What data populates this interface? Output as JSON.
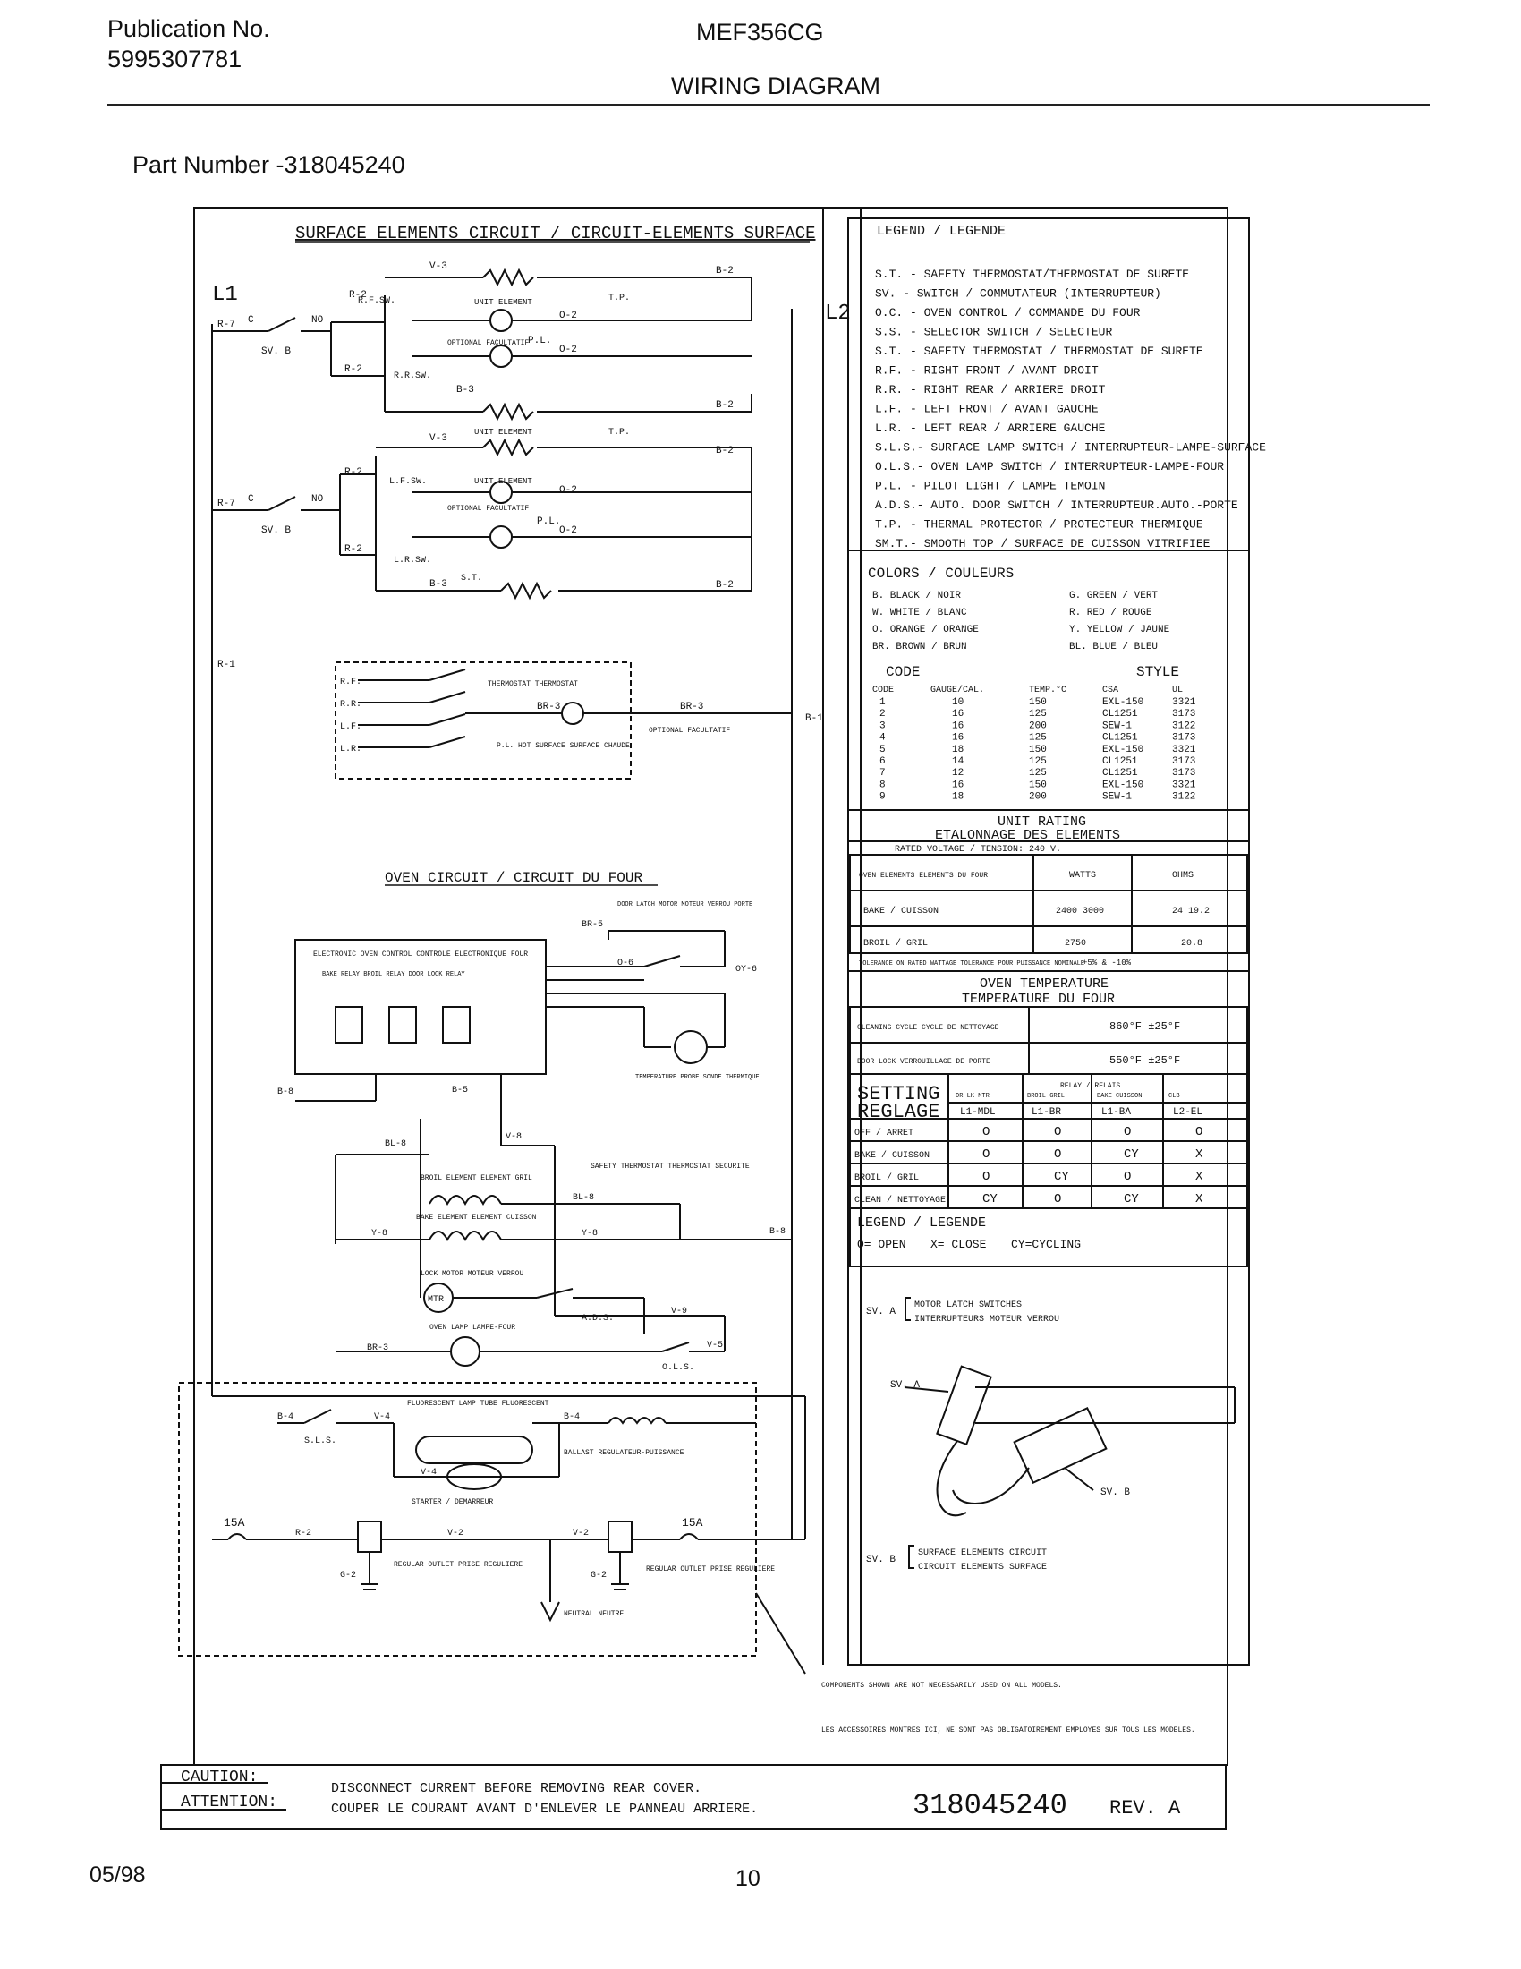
{
  "header": {
    "publication_label": "Publication No.",
    "publication_no": "5995307781",
    "model": "MEF356CG",
    "doc_title": "WIRING DIAGRAM",
    "part_number": "Part Number -318045240"
  },
  "surface_circuit": {
    "title": "SURFACE ELEMENTS CIRCUIT / CIRCUIT-ELEMENTS SURFACE",
    "line1": "L1",
    "line2": "L2",
    "labels": {
      "rf_sw": "R.F.SW.",
      "rr_sw": "R.R.SW.",
      "lf_sw": "L.F.SW.",
      "lr_sw": "L.R.SW.",
      "sv_b": "SV. B",
      "unit_element": "UNIT ELEMENT",
      "tp": "T.P.",
      "pl": "P.L.",
      "optional": "OPTIONAL FACULTATIF",
      "st": "S.T.",
      "thermostat": "THERMOSTAT THERMOSTAT",
      "pl_hot_surface": "P.L. HOT SURFACE SURFACE CHAUDE",
      "wire_v3": "V-3",
      "wire_b2": "B-2",
      "wire_r2": "R-2",
      "wire_o2": "O-2",
      "wire_r7": "R-7",
      "wire_b3": "B-3",
      "wire_br3": "BR-3",
      "wire_r1": "R-1",
      "wire_b1": "B-1",
      "term_c": "C",
      "term_no": "NO",
      "sw_rf": "R.F.",
      "sw_rr": "R.R.",
      "sw_lf": "L.F.",
      "sw_lr": "L.R."
    }
  },
  "oven_circuit": {
    "title": "OVEN CIRCUIT / CIRCUIT DU FOUR",
    "labels": {
      "eoc": "ELECTRONIC OVEN CONTROL CONTROLE ELECTRONIQUE FOUR",
      "relays": "BAKE RELAY  BROIL RELAY  DOOR LOCK RELAY",
      "door_latch": "DOOR LATCH MOTOR MOTEUR VERROU PORTE",
      "temp_probe": "TEMPERATURE PROBE SONDE THERMIQUE",
      "broil_element": "BROIL ELEMENT ELEMENT GRIL",
      "bake_element": "BAKE ELEMENT ELEMENT CUISSON",
      "safety_thermostat": "SAFETY THERMOSTAT THERMOSTAT SECURITE",
      "lock_motor": "LOCK MOTOR MOTEUR VERROU",
      "ads": "A.D.S.",
      "oven_lamp": "OVEN LAMP LAMPE-FOUR",
      "ols": "O.L.S.",
      "fluorescent": "FLUORESCENT LAMP TUBE FLUORESCENT",
      "sls": "S.L.S.",
      "ballast": "BALLAST REGULATEUR-PUISSANCE",
      "starter": "STARTER / DEMARREUR",
      "fuse_left": "15A",
      "fuse_right": "15A",
      "outlet": "REGULAR OUTLET PRISE REGULIERE",
      "neutral": "NEUTRAL NEUTRE",
      "motor": "MTR",
      "wire_br5": "BR-5",
      "wire_b8": "B-8",
      "wire_bl8": "BL-8",
      "wire_v8": "V-8",
      "wire_y8": "Y-8",
      "wire_b5": "B-5",
      "wire_v9": "V-9",
      "wire_v5": "V-5",
      "wire_b4": "B-4",
      "wire_v4": "V-4",
      "wire_r2": "R-2",
      "wire_v2": "V-2",
      "wire_g2": "G-2",
      "wire_br3": "BR-3",
      "wire_oy6": "OY-6",
      "wire_o6": "O-6"
    },
    "note_en": "COMPONENTS SHOWN ARE NOT NECESSARILY USED ON ALL MODELS.",
    "note_fr": "LES ACCESSOIRES MONTRES ICI, NE SONT PAS OBLIGATOIREMENT EMPLOYES SUR TOUS LES MODELES."
  },
  "legend": {
    "title": "LEGEND / LEGENDE",
    "items": [
      "S.T. - SAFETY THERMOSTAT/THERMOSTAT DE SURETE",
      "SV.  - SWITCH / COMMUTATEUR (INTERRUPTEUR)",
      "O.C. - OVEN CONTROL / COMMANDE DU FOUR",
      "S.S. - SELECTOR SWITCH / SELECTEUR",
      "S.T. - SAFETY THERMOSTAT / THERMOSTAT DE SURETE",
      "R.F. - RIGHT FRONT / AVANT DROIT",
      "R.R. - RIGHT REAR / ARRIERE DROIT",
      "L.F. - LEFT FRONT / AVANT GAUCHE",
      "L.R. - LEFT REAR / ARRIERE GAUCHE",
      "S.L.S.- SURFACE LAMP SWITCH / INTERRUPTEUR-LAMPE-SURFACE",
      "O.L.S.- OVEN LAMP SWITCH / INTERRUPTEUR-LAMPE-FOUR",
      "P.L. - PILOT LIGHT / LAMPE TEMOIN",
      "A.D.S.- AUTO. DOOR SWITCH / INTERRUPTEUR.AUTO.-PORTE",
      "T.P. - THERMAL PROTECTOR / PROTECTEUR THERMIQUE",
      "SM.T.- SMOOTH TOP / SURFACE DE CUISSON VITRIFIEE"
    ]
  },
  "colors": {
    "title": "COLORS / COULEURS",
    "left": [
      "B.  BLACK / NOIR",
      "W.  WHITE / BLANC",
      "O.  ORANGE / ORANGE",
      "BR. BROWN / BRUN"
    ],
    "right": [
      "G.  GREEN / VERT",
      "R.  RED / ROUGE",
      "Y.  YELLOW / JAUNE",
      "BL. BLUE / BLEU"
    ]
  },
  "code_table": {
    "code_label": "CODE",
    "style_label": "STYLE",
    "headers": [
      "CODE",
      "GAUGE/CAL.",
      "TEMP.°C",
      "CSA",
      "UL"
    ],
    "rows": [
      [
        "1",
        "10",
        "150",
        "EXL-150",
        "3321"
      ],
      [
        "2",
        "16",
        "125",
        "CL1251",
        "3173"
      ],
      [
        "3",
        "16",
        "200",
        "SEW-1",
        "3122"
      ],
      [
        "4",
        "16",
        "125",
        "CL1251",
        "3173"
      ],
      [
        "5",
        "18",
        "150",
        "EXL-150",
        "3321"
      ],
      [
        "6",
        "14",
        "125",
        "CL1251",
        "3173"
      ],
      [
        "7",
        "12",
        "125",
        "CL1251",
        "3173"
      ],
      [
        "8",
        "16",
        "150",
        "EXL-150",
        "3321"
      ],
      [
        "9",
        "18",
        "200",
        "SEW-1",
        "3122"
      ]
    ]
  },
  "unit_rating": {
    "title_en": "UNIT RATING",
    "title_fr": "ETALONNAGE DES ELEMENTS",
    "voltage": "RATED VOLTAGE / TENSION: 240 V.",
    "headers": [
      "OVEN ELEMENTS ELEMENTS DU FOUR",
      "WATTS",
      "OHMS"
    ],
    "rows": [
      [
        "BAKE / CUISSON",
        "2400 3000",
        "24 19.2"
      ],
      [
        "BROIL / GRIL",
        "2750",
        "20.8"
      ]
    ],
    "tolerance": "TOLERANCE ON RATED WATTAGE TOLERANCE POUR PUISSANCE NOMINALE",
    "tolerance_value": "+5% & -10%"
  },
  "oven_temperature": {
    "title_en": "OVEN TEMPERATURE",
    "title_fr": "TEMPERATURE DU FOUR",
    "rows": [
      [
        "CLEANING CYCLE CYCLE DE NETTOYAGE",
        "860°F ±25°F"
      ],
      [
        "DOOR LOCK VERROUILLAGE DE PORTE",
        "550°F ±25°F"
      ]
    ]
  },
  "settings": {
    "title_en": "SETTING",
    "title_fr": "REGLAGE",
    "relay_label": "RELAY / RELAIS",
    "col_groups": [
      "DR LK MTR",
      "BROIL GRIL",
      "BAKE CUISSON",
      "CLB"
    ],
    "headers": [
      "L1-MDL",
      "L1-BR",
      "L1-BA",
      "L2-EL"
    ],
    "rows": [
      [
        "OFF / ARRET",
        "O",
        "O",
        "O",
        "O"
      ],
      [
        "BAKE / CUISSON",
        "O",
        "O",
        "CY",
        "X"
      ],
      [
        "BROIL / GRIL",
        "O",
        "CY",
        "O",
        "X"
      ],
      [
        "CLEAN / NETTOYAGE",
        "CY",
        "O",
        "CY",
        "X"
      ]
    ],
    "legend_title": "LEGEND / LEGENDE",
    "legend_items": [
      "O= OPEN",
      "X= CLOSE",
      "CY=CYCLING"
    ]
  },
  "switch_notes": {
    "sv_a_label": "SV. A",
    "sv_a_text": [
      "MOTOR LATCH SWITCHES",
      "INTERRUPTEURS MOTEUR VERROU"
    ],
    "sv_b_label": "SV. B",
    "sv_b_text": [
      "SURFACE ELEMENTS CIRCUIT",
      "CIRCUIT ELEMENTS SURFACE"
    ],
    "diagram_sv_a": "SV. A",
    "diagram_sv_b": "SV. B"
  },
  "caution": {
    "label_en": "CAUTION:",
    "label_fr": "ATTENTION:",
    "text_en": "DISCONNECT CURRENT BEFORE REMOVING REAR COVER.",
    "text_fr": "COUPER LE COURANT AVANT D'ENLEVER LE PANNEAU ARRIERE.",
    "doc_number": "318045240",
    "revision": "REV. A"
  },
  "footer": {
    "date": "05/98",
    "page": "10"
  }
}
